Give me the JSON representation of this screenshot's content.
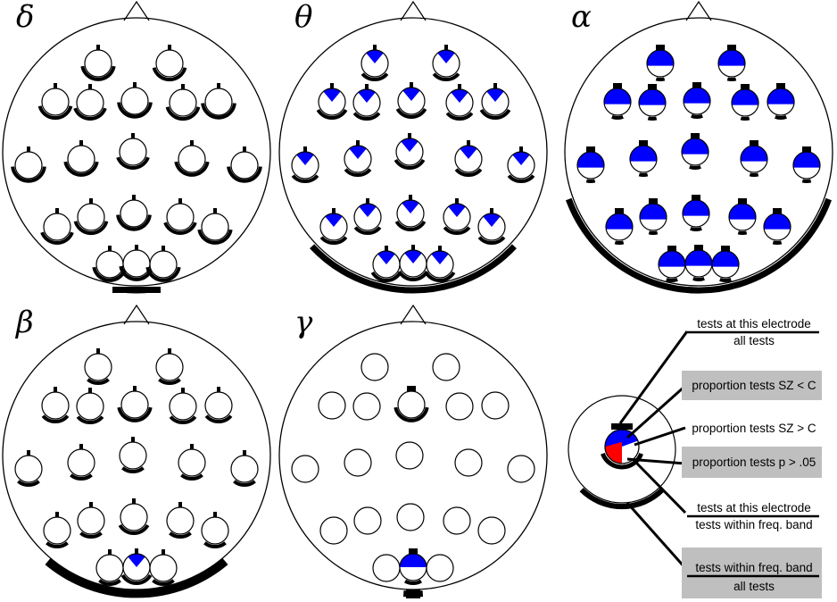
{
  "colors": {
    "background": "#ffffff",
    "outline": "#000000",
    "sz_less_than_c": "#0000ff",
    "p_greater_than_05": "#ff0000",
    "sz_greater_than_c": "#ffffff",
    "legend_box": "#bfbfbf"
  },
  "panels": [
    {
      "id": "delta",
      "label": "δ"
    },
    {
      "id": "theta",
      "label": "θ"
    },
    {
      "id": "alpha",
      "label": "α"
    },
    {
      "id": "beta",
      "label": "β"
    },
    {
      "id": "gamma",
      "label": "γ"
    }
  ],
  "legend": {
    "items": [
      {
        "id": "electrode-over-all",
        "numerator": "tests at this electrode",
        "denominator": "all tests",
        "boxed": false
      },
      {
        "id": "sz-less-c",
        "text": "proportion tests SZ < C",
        "boxed": true
      },
      {
        "id": "sz-greater-c",
        "text": "proportion tests SZ > C",
        "boxed": false
      },
      {
        "id": "p-greater-05",
        "text": "proportion tests p > .05",
        "boxed": true
      },
      {
        "id": "electrode-over-band",
        "numerator": "tests at this electrode",
        "denominator": "tests within freq. band",
        "boxed": false
      },
      {
        "id": "band-over-all",
        "numerator": "tests within freq. band",
        "denominator": "all tests",
        "boxed": true
      }
    ]
  }
}
